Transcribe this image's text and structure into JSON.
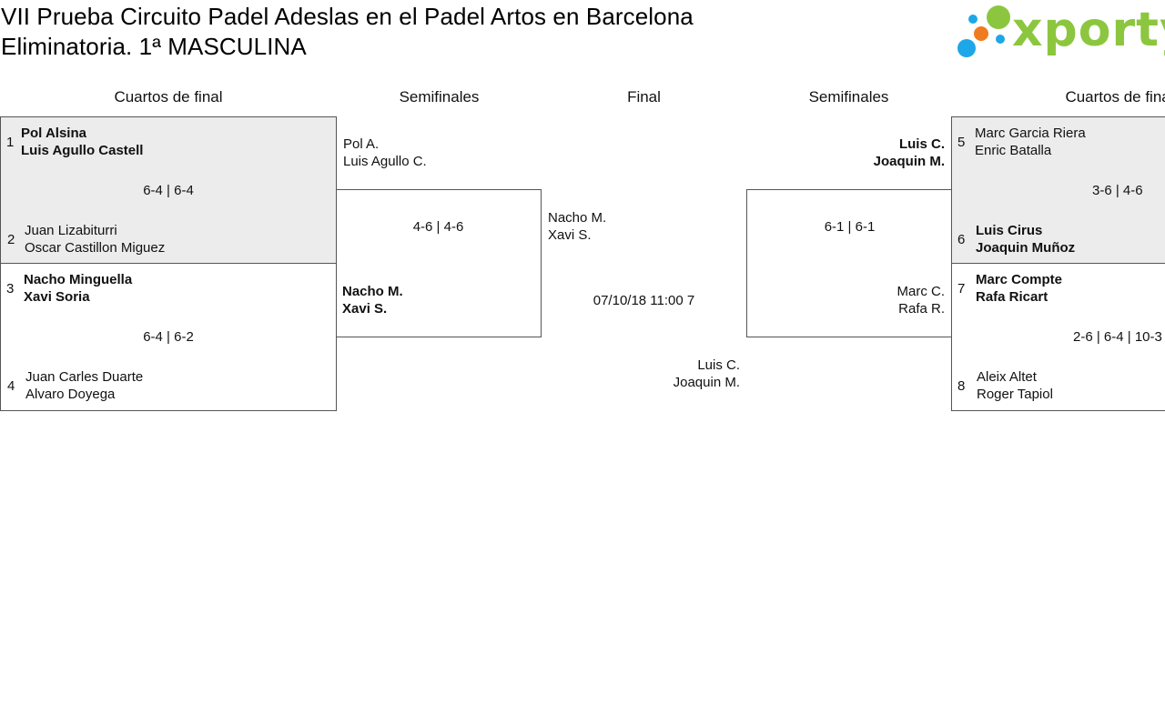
{
  "title": {
    "line1": "VII Prueba Circuito Padel Adeslas en el Padel Artos en Barcelona",
    "line2": "Eliminatoria. 1ª MASCULINA"
  },
  "logo": {
    "text": "xporty",
    "colors": {
      "green": "#8cc63f",
      "blue": "#1ea7e8",
      "orange": "#f07b1f"
    }
  },
  "rounds": {
    "left_quarters": "Cuartos de final",
    "left_semis": "Semifinales",
    "final": "Final",
    "right_semis": "Semifinales",
    "right_quarters": "Cuartos de final"
  },
  "left_quarters": [
    {
      "top": {
        "seed": "1",
        "p1": "Pol Alsina",
        "p2": "Luis Agullo Castell"
      },
      "score": "6-4 | 6-4",
      "bottom": {
        "seed": "2",
        "p1": "Juan Lizabiturri",
        "p2": "Oscar Castillon Miguez"
      }
    },
    {
      "top": {
        "seed": "3",
        "p1": "Nacho Minguella",
        "p2": "Xavi Soria"
      },
      "score": "6-4 | 6-2",
      "bottom": {
        "seed": "4",
        "p1": "Juan Carles Duarte",
        "p2": "Alvaro Doyega"
      }
    }
  ],
  "right_quarters": [
    {
      "top": {
        "seed": "5",
        "p1": "Marc Garcia Riera",
        "p2": "Enric Batalla"
      },
      "score": "3-6 | 4-6",
      "bottom": {
        "seed": "6",
        "p1": "Luis Cirus",
        "p2": "Joaquin Muñoz"
      }
    },
    {
      "top": {
        "seed": "7",
        "p1": "Marc Compte",
        "p2": "Rafa Ricart"
      },
      "score": "2-6 | 6-4 | 10-3",
      "bottom": {
        "seed": "8",
        "p1": "Aleix Altet",
        "p2": "Roger Tapiol"
      }
    }
  ],
  "left_semi": {
    "top": {
      "p1": "Pol A.",
      "p2": "Luis Agullo C."
    },
    "score": "4-6 | 4-6",
    "bottom": {
      "p1": "Nacho M.",
      "p2": "Xavi S."
    }
  },
  "right_semi": {
    "top": {
      "p1": "Luis C.",
      "p2": "Joaquin M."
    },
    "score": "6-1 | 6-1",
    "bottom": {
      "p1": "Marc C.",
      "p2": "Rafa R."
    }
  },
  "final": {
    "left": {
      "p1": "Nacho M.",
      "p2": "Xavi S."
    },
    "schedule": "07/10/18 11:00 7",
    "right": {
      "p1": "Luis C.",
      "p2": "Joaquin M."
    }
  }
}
